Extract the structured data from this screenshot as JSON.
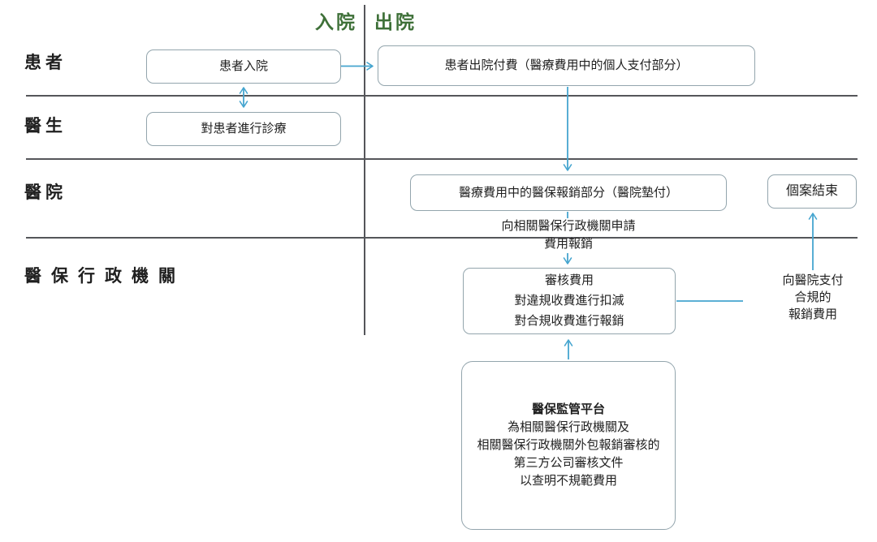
{
  "header": {
    "admission": "入院",
    "discharge": "出院"
  },
  "lanes": [
    {
      "label": "患者"
    },
    {
      "label": "醫生"
    },
    {
      "label": "醫院"
    },
    {
      "label": "醫保行政機關"
    }
  ],
  "nodes": {
    "patient_admission": {
      "label": "患者入院"
    },
    "patient_discharge_payment": {
      "label": "患者出院付費（醫療費用中的個人支付部分）"
    },
    "doctor_treatment": {
      "label": "對患者進行診療"
    },
    "hospital_advance": {
      "label": "醫療費用中的醫保報銷部分（醫院墊付）"
    },
    "case_closed": {
      "label": "個案結束"
    },
    "review": {
      "lines": [
        "審核費用",
        "對違規收費進行扣減",
        "對合規收費進行報銷"
      ]
    },
    "platform": {
      "title": "醫保監管平台",
      "lines": [
        "為相關醫保行政機關及",
        "相關醫保行政機關外包報銷審核的",
        "第三方公司審核文件",
        "以查明不規範費用"
      ]
    }
  },
  "edge_labels": {
    "apply_reimbursement": {
      "lines": [
        "向相關醫保行政機關申請",
        "費用報銷"
      ]
    },
    "pay_hospital": {
      "lines": [
        "向醫院支付",
        "合規的",
        "報銷費用"
      ]
    }
  },
  "colors": {
    "header_green": "#3e7038",
    "arrow_teal": "#45a5cf",
    "box_border": "#93a5ad",
    "divider_gray": "#55565a",
    "text_black": "#1f1f1f"
  }
}
